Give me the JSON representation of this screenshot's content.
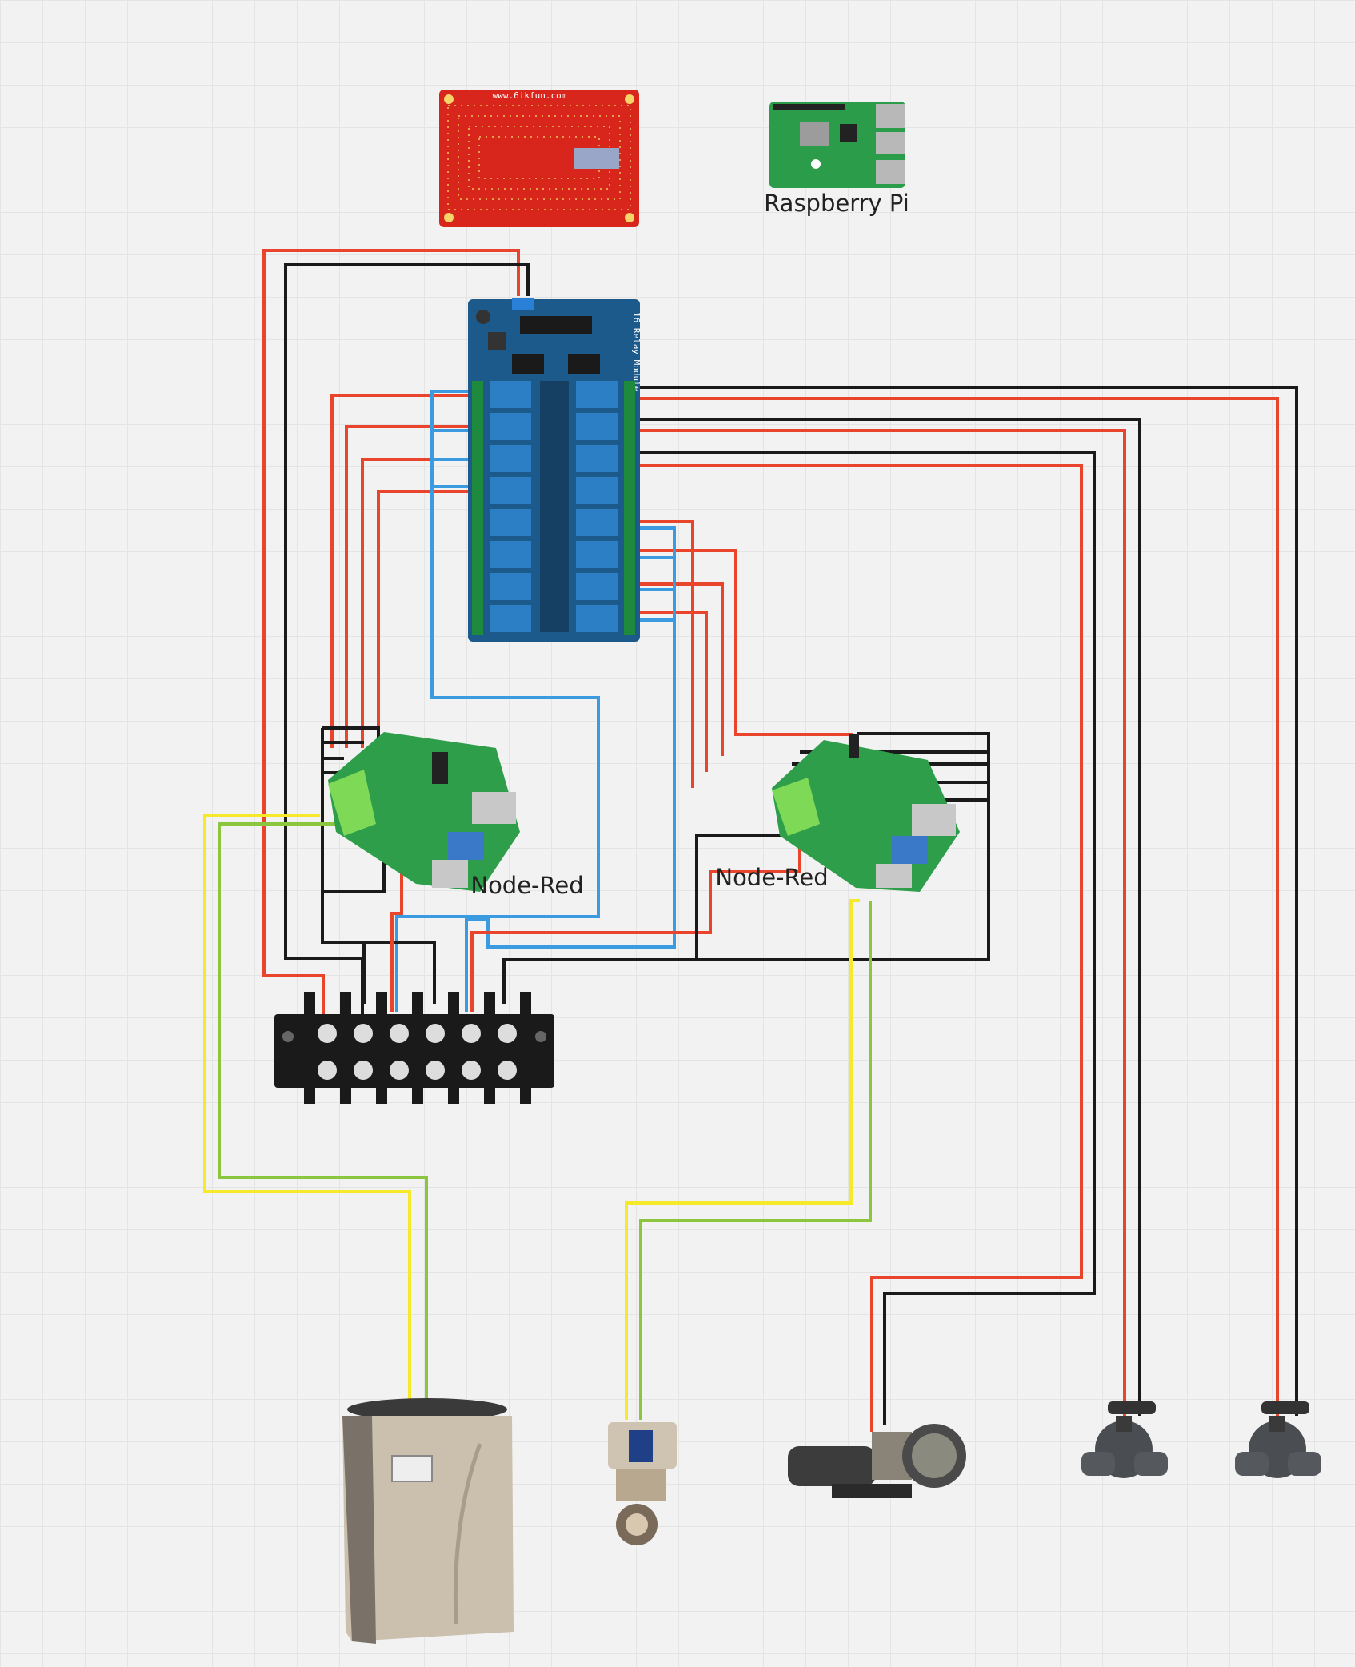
{
  "labels": {
    "raspberry_pi": "Raspberry Pi",
    "node_red_left": "Node-Red",
    "node_red_right": "Node-Red",
    "protoboard_url": "www.6ikfun.com",
    "relay_module_text": "16 Relay Module"
  },
  "icons": [
    "protoboard-icon",
    "raspberry-pi-icon",
    "relay-module-icon",
    "node-red-controller-icon",
    "terminal-block-icon",
    "heat-pump-icon",
    "chlorinator-icon",
    "pool-pump-icon",
    "three-way-valve-icon"
  ],
  "colors": {
    "background": "#f2f2f2",
    "wire_red": "#e8452c",
    "wire_black": "#1a1a1a",
    "wire_blue": "#3a9be0",
    "wire_yellow": "#f5e92a",
    "wire_green": "#8cc63f",
    "relay_board": "#1d5a8c",
    "relay_block": "#2c7fc4",
    "protoboard": "#d8261c",
    "hat_green": "#2e9e4a"
  }
}
